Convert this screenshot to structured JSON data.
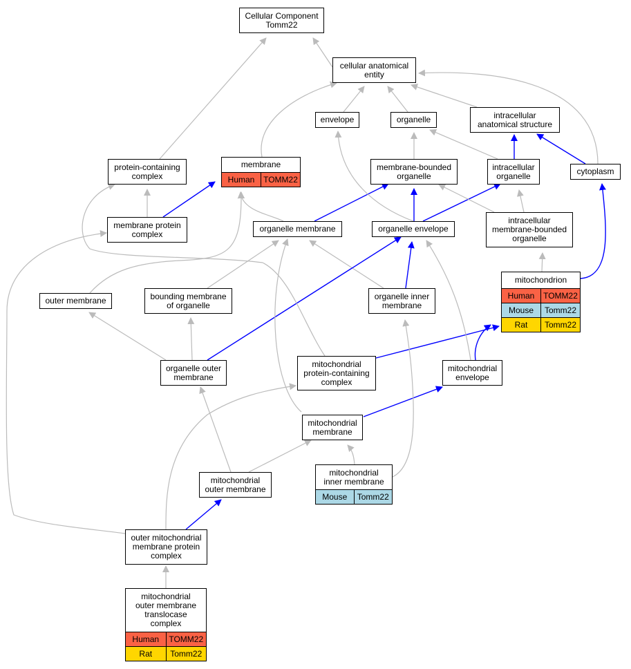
{
  "diagram": {
    "title": "Cellular Component\nTomm22",
    "annotation_colors": {
      "Human": "#fa6245",
      "Mouse": "#acd8e6",
      "Rat": "#ffd600"
    },
    "edge_colors": {
      "is_a": "#bbbbbb",
      "part_of": "#0000ff"
    },
    "nodes": {
      "cellular_anatomical_entity": {
        "label": "cellular anatomical\nentity"
      },
      "envelope": {
        "label": "envelope"
      },
      "organelle": {
        "label": "organelle"
      },
      "intracellular_anatomical_structure": {
        "label": "intracellular\nanatomical structure"
      },
      "protein_containing_complex": {
        "label": "protein-containing\ncomplex"
      },
      "membrane": {
        "label": "membrane",
        "annotations": [
          {
            "species": "Human",
            "gene": "TOMM22"
          }
        ]
      },
      "membrane_bounded_organelle": {
        "label": "membrane-bounded\norganelle"
      },
      "intracellular_organelle": {
        "label": "intracellular\norganelle"
      },
      "cytoplasm": {
        "label": "cytoplasm"
      },
      "membrane_protein_complex": {
        "label": "membrane protein\ncomplex"
      },
      "organelle_membrane": {
        "label": "organelle membrane"
      },
      "organelle_envelope": {
        "label": "organelle envelope"
      },
      "intracellular_membrane_bounded_organelle": {
        "label": "intracellular\nmembrane-bounded\norganelle"
      },
      "mitochondrion": {
        "label": "mitochondrion",
        "annotations": [
          {
            "species": "Human",
            "gene": "TOMM22"
          },
          {
            "species": "Mouse",
            "gene": "Tomm22"
          },
          {
            "species": "Rat",
            "gene": "Tomm22"
          }
        ]
      },
      "outer_membrane": {
        "label": "outer membrane"
      },
      "bounding_membrane_of_organelle": {
        "label": "bounding membrane\nof organelle"
      },
      "organelle_inner_membrane": {
        "label": "organelle inner\nmembrane"
      },
      "organelle_outer_membrane": {
        "label": "organelle outer\nmembrane"
      },
      "mitochondrial_protein_containing_complex": {
        "label": "mitochondrial\nprotein-containing\ncomplex"
      },
      "mitochondrial_envelope": {
        "label": "mitochondrial\nenvelope"
      },
      "mitochondrial_membrane": {
        "label": "mitochondrial\nmembrane"
      },
      "mitochondrial_outer_membrane": {
        "label": "mitochondrial\nouter membrane"
      },
      "mitochondrial_inner_membrane": {
        "label": "mitochondrial\ninner membrane",
        "annotations": [
          {
            "species": "Mouse",
            "gene": "Tomm22"
          }
        ]
      },
      "outer_mitochondrial_membrane_protein_complex": {
        "label": "outer mitochondrial\nmembrane protein\ncomplex"
      },
      "mitochondrial_outer_membrane_translocase_complex": {
        "label": "mitochondrial\nouter membrane\ntranslocase\ncomplex",
        "annotations": [
          {
            "species": "Human",
            "gene": "TOMM22"
          },
          {
            "species": "Rat",
            "gene": "Tomm22"
          }
        ]
      }
    }
  }
}
